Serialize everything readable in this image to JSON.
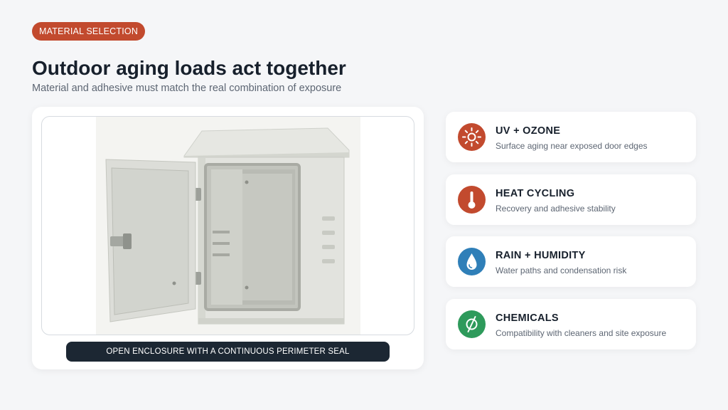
{
  "tag": "MATERIAL SELECTION",
  "title": "Outdoor aging loads act together",
  "subtitle": "Material and adhesive must match the real combination of exposure",
  "figure": {
    "caption": "OPEN ENCLOSURE WITH A CONTINUOUS PERIMETER SEAL"
  },
  "factors": [
    {
      "title": "UV + OZONE",
      "desc": "Surface aging near exposed door edges",
      "icon": "sun-icon",
      "color": "#c24a2e"
    },
    {
      "title": "HEAT CYCLING",
      "desc": "Recovery and adhesive stability",
      "icon": "thermometer-icon",
      "color": "#c24a2e"
    },
    {
      "title": "RAIN + HUMIDITY",
      "desc": "Water paths and condensation risk",
      "icon": "water-drop-icon",
      "color": "#2f7fb8"
    },
    {
      "title": "CHEMICALS",
      "desc": "Compatibility with cleaners and site exposure",
      "icon": "no-chemicals-icon",
      "color": "#2e9a5b"
    }
  ]
}
